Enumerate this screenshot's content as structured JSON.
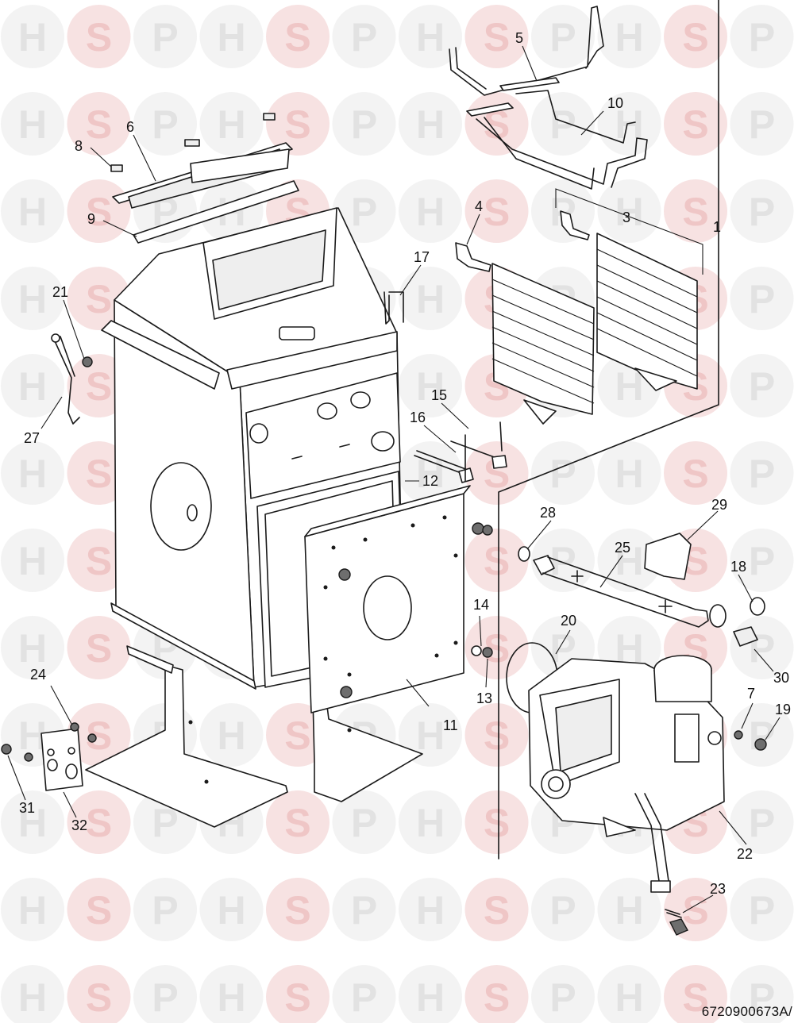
{
  "watermark": {
    "letters": [
      "H",
      "S",
      "P"
    ],
    "circle_colors": [
      "#f3f3f3",
      "#f7e2e2",
      "#f3f3f3"
    ],
    "letter_colors": [
      "#e2e2e2",
      "#efc6c6",
      "#e2e2e2"
    ]
  },
  "callouts": [
    {
      "id": "c1",
      "label": "1"
    },
    {
      "id": "c3",
      "label": "3"
    },
    {
      "id": "c4",
      "label": "4"
    },
    {
      "id": "c5",
      "label": "5"
    },
    {
      "id": "c6",
      "label": "6"
    },
    {
      "id": "c7",
      "label": "7"
    },
    {
      "id": "c8",
      "label": "8"
    },
    {
      "id": "c9",
      "label": "9"
    },
    {
      "id": "c10",
      "label": "10"
    },
    {
      "id": "c11",
      "label": "11"
    },
    {
      "id": "c12",
      "label": "12"
    },
    {
      "id": "c13",
      "label": "13"
    },
    {
      "id": "c14",
      "label": "14"
    },
    {
      "id": "c15",
      "label": "15"
    },
    {
      "id": "c16",
      "label": "16"
    },
    {
      "id": "c17",
      "label": "17"
    },
    {
      "id": "c18",
      "label": "18"
    },
    {
      "id": "c19",
      "label": "19"
    },
    {
      "id": "c20",
      "label": "20"
    },
    {
      "id": "c21",
      "label": "21"
    },
    {
      "id": "c22",
      "label": "22"
    },
    {
      "id": "c23",
      "label": "23"
    },
    {
      "id": "c24",
      "label": "24"
    },
    {
      "id": "c25",
      "label": "25"
    },
    {
      "id": "c27",
      "label": "27"
    },
    {
      "id": "c28",
      "label": "28"
    },
    {
      "id": "c29",
      "label": "29"
    },
    {
      "id": "c30",
      "label": "30"
    },
    {
      "id": "c31",
      "label": "31"
    },
    {
      "id": "c32",
      "label": "32"
    }
  ],
  "drawing_code": "6720900673A/"
}
